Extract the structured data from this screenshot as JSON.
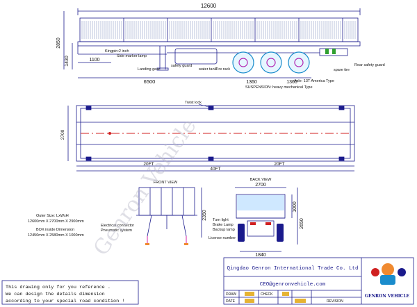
{
  "dimensions": {
    "overall_length": "12600",
    "overall_height": "2850",
    "deck_height": "1430",
    "front_overhang": "1100",
    "kingpin_to_axle": "6500",
    "axle_spacing_1": "1360",
    "axle_spacing_2": "1360",
    "plan_width": "2700",
    "plan_20ft_left": "20FT",
    "plan_20ft_right": "20FT",
    "plan_40ft": "40FT",
    "back_width": "2700",
    "back_track": "1840",
    "back_height": "2650",
    "back_side_height": "1000",
    "front_height": "2350"
  },
  "labels": {
    "kingpin": "Kingpin:2 inch",
    "side_marker_lamp": "Side marker lamp",
    "landing_gear": "Landing gear",
    "safety_guard": "safety guard",
    "water_tank": "water tank",
    "tire_rack": "Tire rack",
    "spare_tire": "spare tire",
    "rear_safety_guard": "Rear safety guard",
    "axle": "Axle: 13T  America Type",
    "suspension": "SUSPENSION: heavy mechanical Type",
    "twist_lock": "Twist lock",
    "front_view": "FRONT VIEW",
    "back_view": "BACK VIEW",
    "electrical_connector": "Electrical connector",
    "pneumatic_system": "Pneumatic system",
    "turn_light": "Turn light",
    "brake_lamp": "Brake Lamp",
    "backup_lamp": "Backup lamp",
    "license_number": "License number"
  },
  "specs": {
    "outer_size_title": "Outer Size: LxWxH",
    "outer_size_value": "12600mm X 2700mm X 2900mm",
    "box_title": "BOX inside Dimension",
    "box_value": "12450mm X 2580mm X 1000mm"
  },
  "notes": {
    "line1": "This drawing only for you reference .",
    "line2": "We can design the details dimension",
    "line3": "according to your special road condition !"
  },
  "title_block": {
    "company": "Qingdao Genron International Trade Co. Ltd",
    "email": "CEO@genronvehicle.com",
    "draw_label": "DRAW",
    "check_label": "CHECK",
    "date_label": "DATE",
    "revision_label": "REVISION",
    "logo_text": "GENRON VEHICLE"
  },
  "watermark": "Genron Vehicle",
  "colors": {
    "line": "#1a1a8c",
    "wheel": "#1a8ccc",
    "accent_red": "#d02020",
    "pink": "#e060c0",
    "orange": "#f08a30",
    "text": "#111111"
  }
}
